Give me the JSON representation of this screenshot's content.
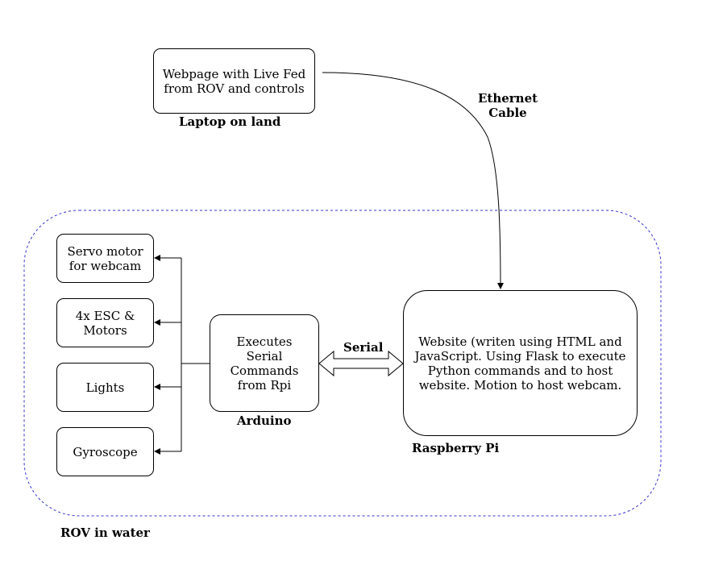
{
  "nodes": {
    "laptop_box": "Webpage with Live Fed from ROV and controls",
    "servo": "Servo motor for webcam",
    "esc": "4x ESC & Motors",
    "lights": "Lights",
    "gyroscope": "Gyroscope",
    "arduino_box": "Executes Serial Commands from Rpi",
    "rpi_box": "Website (writen using HTML and JavaScript. Using Flask to execute Python commands and to host website. Motion to host webcam."
  },
  "labels": {
    "laptop": "Laptop on land",
    "ethernet_line1": "Ethernet",
    "ethernet_line2": "Cable",
    "serial": "Serial",
    "arduino": "Arduino",
    "rpi": "Raspberry Pi",
    "rov": "ROV in water"
  },
  "colors": {
    "rov_boundary": "#3333cc",
    "line": "#000000"
  }
}
